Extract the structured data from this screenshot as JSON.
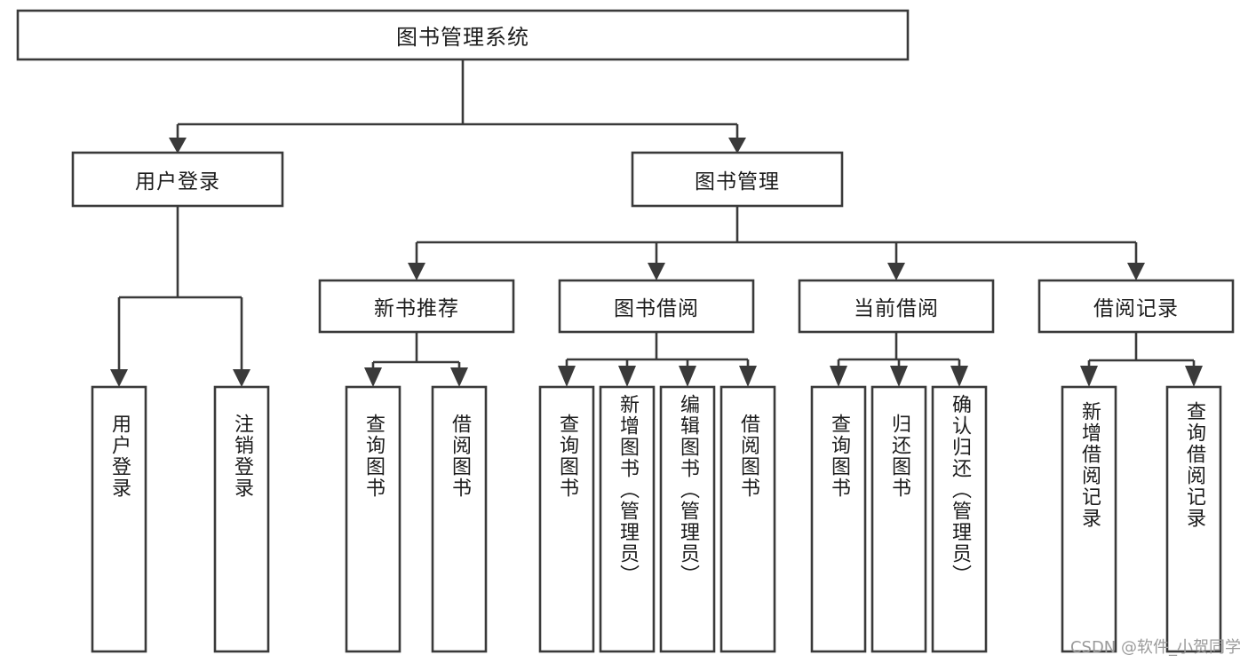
{
  "diagram": {
    "type": "tree-hierarchy",
    "title": "图书管理系统",
    "watermark": "CSDN @软件_小贺同学",
    "colors": {
      "box_stroke": "#3a3a3a",
      "box_fill": "#ffffff",
      "text": "#1c1c1c",
      "background": "#ffffff",
      "watermark": "#9a9a9a"
    },
    "root": {
      "label": "图书管理系统"
    },
    "level1": [
      {
        "label": "用户登录"
      },
      {
        "label": "图书管理"
      }
    ],
    "level2": [
      {
        "label": "新书推荐"
      },
      {
        "label": "图书借阅"
      },
      {
        "label": "当前借阅"
      },
      {
        "label": "借阅记录"
      }
    ],
    "leaves": {
      "user_login": [
        {
          "label": "用户登录"
        },
        {
          "label": "注销登录"
        }
      ],
      "new_book_recommend": [
        {
          "label": "查询图书"
        },
        {
          "label": "借阅图书"
        }
      ],
      "book_borrow": [
        {
          "label": "查询图书"
        },
        {
          "label": "新增图书（管理员）"
        },
        {
          "label": "编辑图书（管理员）"
        },
        {
          "label": "借阅图书"
        }
      ],
      "current_borrow": [
        {
          "label": "查询图书"
        },
        {
          "label": "归还图书"
        },
        {
          "label": "确认归还（管理员）"
        }
      ],
      "borrow_record": [
        {
          "label": "新增借阅记录"
        },
        {
          "label": "查询借阅记录"
        }
      ]
    }
  }
}
